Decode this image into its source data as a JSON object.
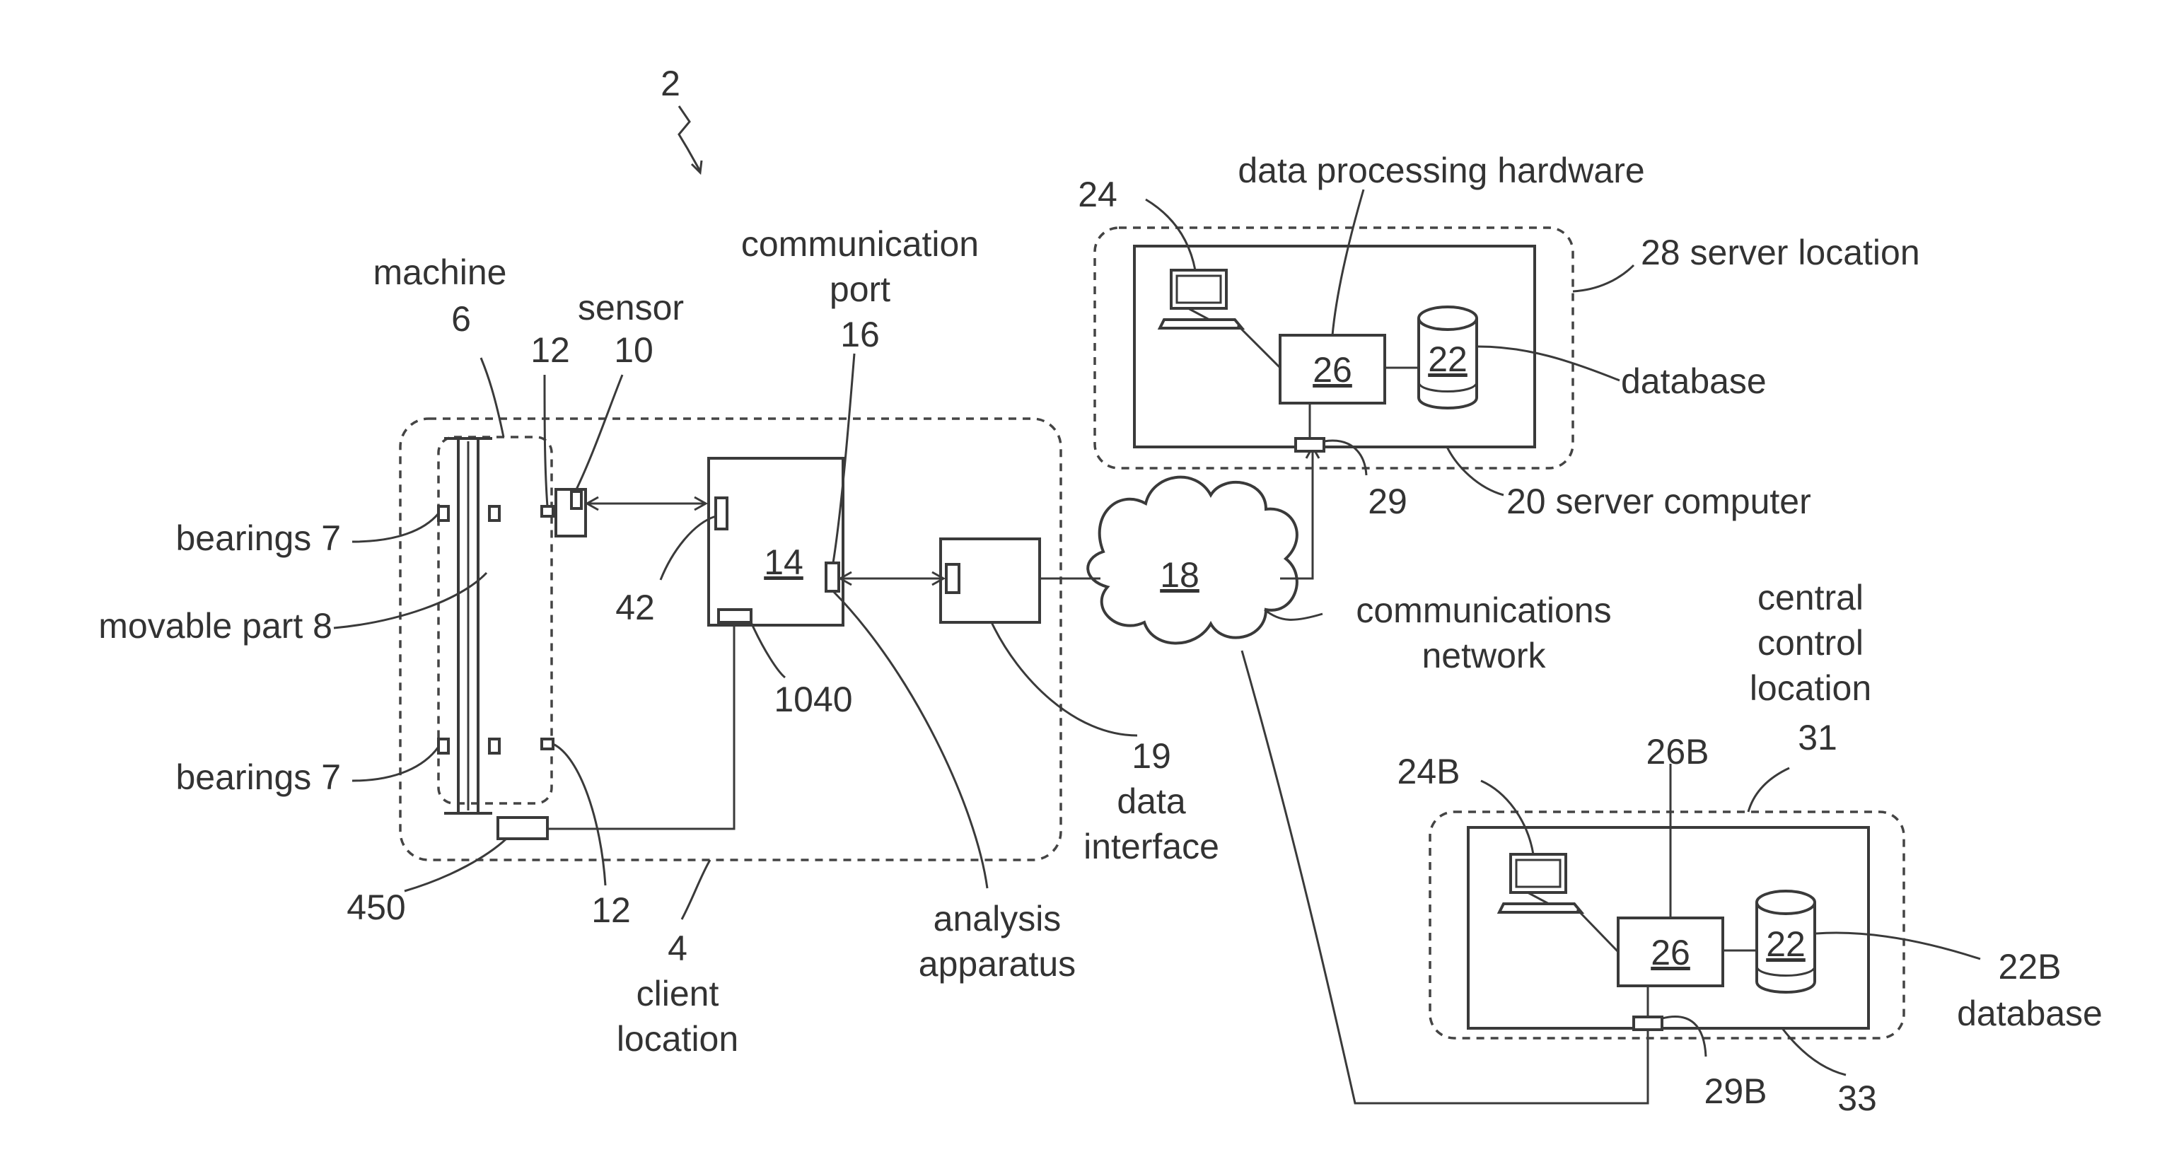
{
  "figure": {
    "ref_system": "2",
    "labels": {
      "machine": "machine",
      "machine_ref": "6",
      "sensor": "sensor",
      "sensor_ref": "10",
      "ref_12_top": "12",
      "ref_12_bottom": "12",
      "bearings_top": "bearings 7",
      "bearings_bottom": "bearings 7",
      "movable_part": "movable part 8",
      "ref_42": "42",
      "ref_14": "14",
      "ref_1040": "1040",
      "ref_450": "450",
      "client_ref": "4",
      "client_line1": "client",
      "client_line2": "location",
      "comm_port_line1": "communication",
      "comm_port_line2": "port",
      "comm_port_ref": "16",
      "analysis_line1": "analysis",
      "analysis_line2": "apparatus",
      "data_interface_ref": "19",
      "data_interface_line1": "data",
      "data_interface_line2": "interface",
      "network_ref": "18",
      "network_line1": "communications",
      "network_line2": "network",
      "dp_hardware": "data processing hardware",
      "ref_24": "24",
      "server_location": "28 server location",
      "ref_26_server": "26",
      "ref_22_server": "22",
      "database_server": "database",
      "ref_29": "29",
      "server_computer": "20 server computer",
      "central_line1": "central",
      "central_line2": "control",
      "central_line3": "location",
      "central_ref": "31",
      "ref_24b": "24B",
      "ref_26b": "26B",
      "ref_26_central": "26",
      "ref_22_central": "22",
      "ref_22b": "22B",
      "database_central": "database",
      "ref_29b": "29B",
      "ref_33": "33"
    }
  }
}
